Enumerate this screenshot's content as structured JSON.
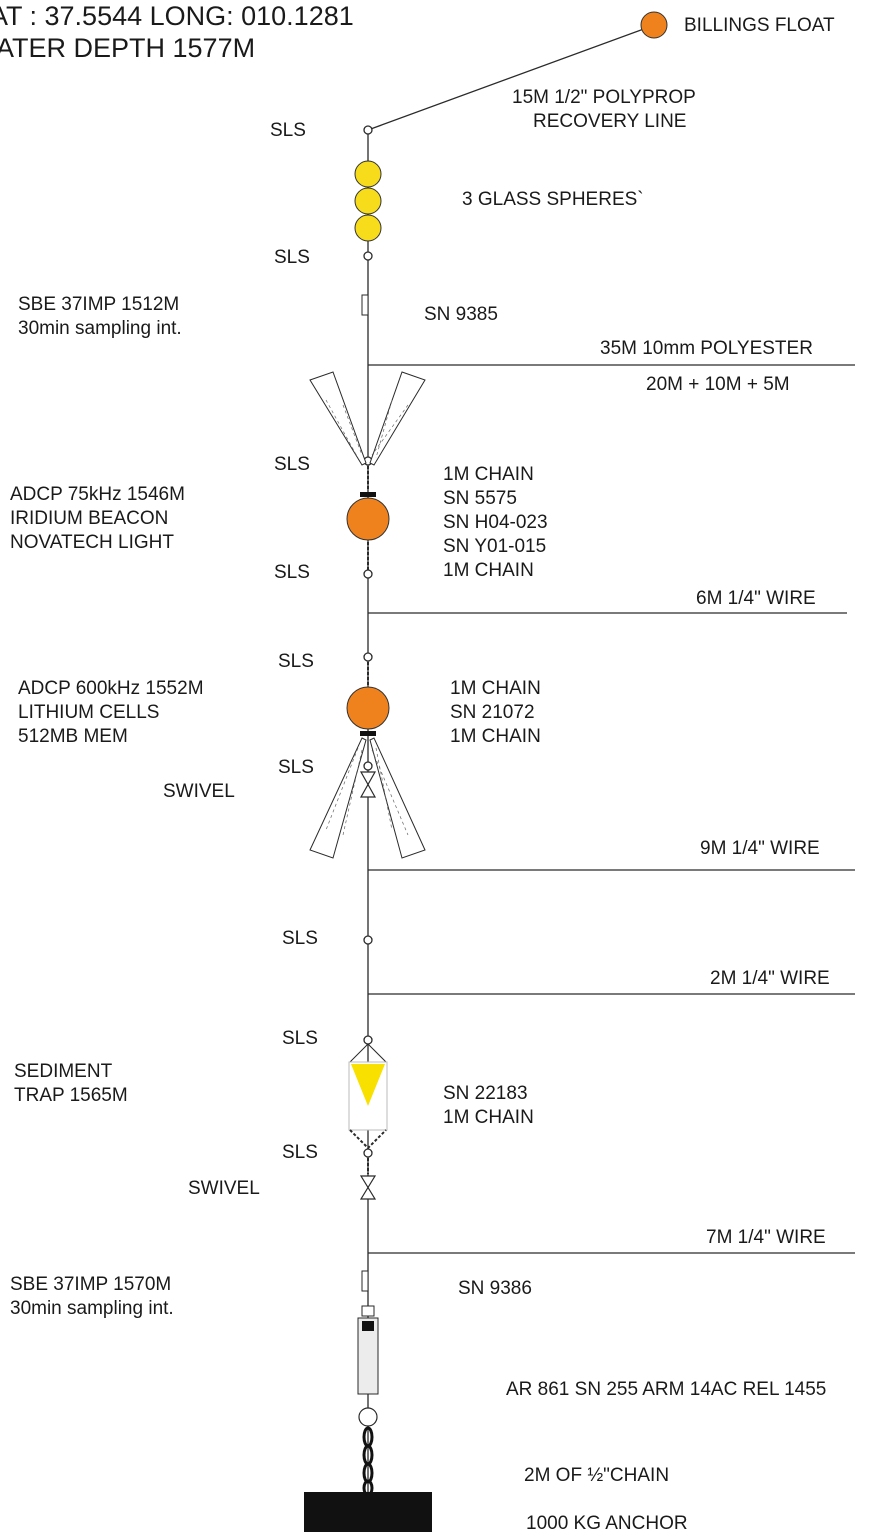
{
  "header": {
    "position": "AT : 37.5544   LONG: 010.1281",
    "depth": "ATER DEPTH 1577M"
  },
  "labels": {
    "billings_float": "BILLINGS FLOAT",
    "recovery_line_1": "15M 1/2\" POLYPROP",
    "recovery_line_2": "RECOVERY LINE",
    "glass_spheres": "3 GLASS SPHERES`",
    "sls": "SLS",
    "swivel": "SWIVEL",
    "sbe_top_1": "SBE 37IMP 1512M",
    "sbe_top_2": "30min sampling int.",
    "sn_9385": "SN 9385",
    "polyester": "35M 10mm POLYESTER",
    "polyester_split": "20M + 10M + 5M",
    "adcp75_1": "ADCP 75kHz 1546M",
    "adcp75_2": "IRIDIUM BEACON",
    "adcp75_3": "NOVATECH LIGHT",
    "adcp75_sn_1": "1M CHAIN",
    "adcp75_sn_2": "SN 5575",
    "adcp75_sn_3": "SN H04-023",
    "adcp75_sn_4": "SN Y01-015",
    "adcp75_sn_5": "1M CHAIN",
    "wire_6m": "6M 1/4\" WIRE",
    "adcp600_1": "ADCP 600kHz 1552M",
    "adcp600_2": "LITHIUM CELLS",
    "adcp600_3": "512MB MEM",
    "adcp600_sn_1": "1M CHAIN",
    "adcp600_sn_2": "SN 21072",
    "adcp600_sn_3": "1M CHAIN",
    "wire_9m": "9M 1/4\" WIRE",
    "wire_2m": "2M 1/4\" WIRE",
    "trap_1": "SEDIMENT",
    "trap_2": "TRAP 1565M",
    "trap_sn_1": "SN 22183",
    "trap_sn_2": "1M CHAIN",
    "wire_7m": "7M 1/4\" WIRE",
    "sbe_bot_1": "SBE 37IMP 1570M",
    "sbe_bot_2": "30min sampling int.",
    "sn_9386": "SN 9386",
    "release": "AR 861 SN 255 ARM 14AC REL 1455",
    "chain_2m": "2M OF ½\"CHAIN",
    "anchor": "1000 KG ANCHOR"
  },
  "colors": {
    "line": "#2a2a2a",
    "float_orange": "#f0821e",
    "glass_yellow": "#f6dc1a",
    "trap_yellow": "#f8e000",
    "anchor": "#111111"
  }
}
